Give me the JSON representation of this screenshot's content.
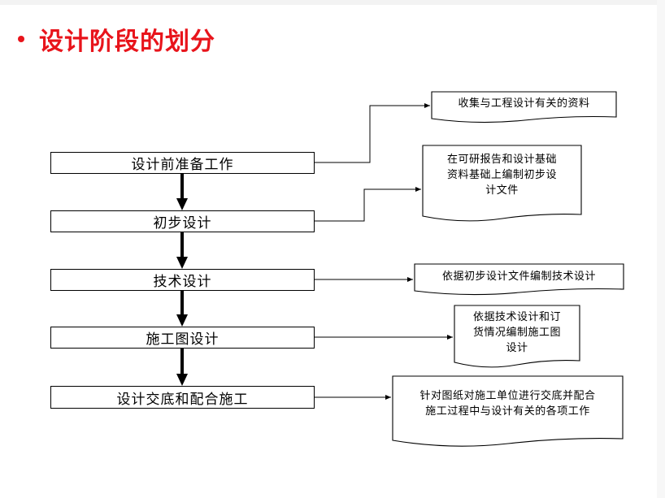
{
  "title": "设计阶段的划分",
  "steps": [
    {
      "label": "设计前准备工作"
    },
    {
      "label": "初步设计"
    },
    {
      "label": "技术设计"
    },
    {
      "label": "施工图设计"
    },
    {
      "label": "设计交底和配合施工"
    }
  ],
  "documents": [
    {
      "lines": [
        "收集与工程设计有关的资料"
      ]
    },
    {
      "lines": [
        "在可研报告和设计基础",
        "资料基础上编制初步设",
        "计文件"
      ]
    },
    {
      "lines": [
        "依据初步设计文件编制技术设计"
      ]
    },
    {
      "lines": [
        "依据技术设计和订",
        "货情况编制施工图",
        "设计"
      ]
    },
    {
      "lines": [
        "针对图纸对施工单位进行交底并配合",
        "施工过程中与设计有关的各项工作"
      ]
    }
  ]
}
